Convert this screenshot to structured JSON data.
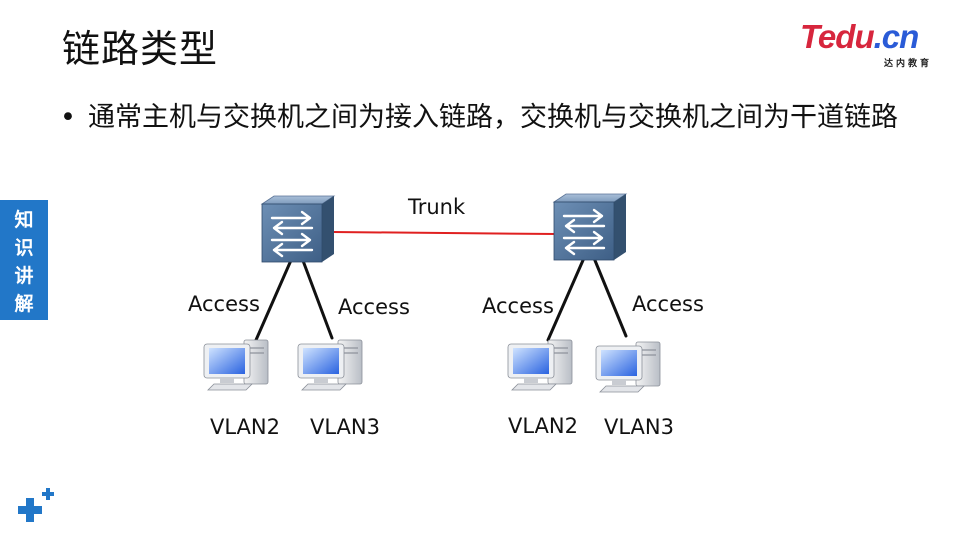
{
  "title": "链路类型",
  "logo": {
    "main_text": "Tedu",
    "suffix_text": ".cn",
    "sub_text": "达内教育"
  },
  "bullet": {
    "text": "通常主机与交换机之间为接入链路，交换机与交换机之间为干道链路"
  },
  "side_tab": {
    "chars": [
      "知",
      "识",
      "讲",
      "解"
    ],
    "color": "#2277c8"
  },
  "diagram": {
    "trunk_label": "Trunk",
    "trunk_color": "#e02020",
    "access_labels": [
      "Access",
      "Access",
      "Access",
      "Access"
    ],
    "vlan_labels": [
      "VLAN2",
      "VLAN3",
      "VLAN2",
      "VLAN3"
    ],
    "switch_icon": "switch-icon",
    "host_icon": "pc-icon"
  },
  "colors": {
    "switch_body": "#5b7fa6",
    "switch_dark": "#3b5a80",
    "link": "#111111",
    "accent_blue": "#2277c8"
  }
}
